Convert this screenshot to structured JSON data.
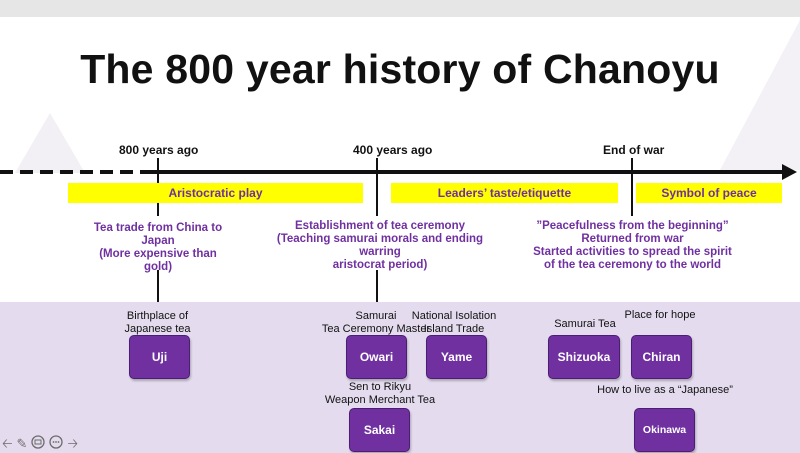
{
  "title": "The 800 year history of Chanoyu",
  "markers": [
    {
      "label": "800 years ago"
    },
    {
      "label": "400 years ago"
    },
    {
      "label": "End of war"
    }
  ],
  "eras": [
    {
      "label": "Aristocratic play"
    },
    {
      "label": "Leaders’ taste/etiquette"
    },
    {
      "label": "Symbol of peace"
    }
  ],
  "descriptions": [
    {
      "lines": [
        "Tea trade from China to",
        "Japan",
        "(More expensive than",
        "gold)"
      ]
    },
    {
      "lines": [
        "Establishment of tea ceremony",
        "(Teaching samurai morals and ending",
        "warring",
        "aristocrat period)"
      ]
    },
    {
      "lines": [
        "”Peacefulness from the beginning”",
        "Returned from war",
        "Started activities to spread the spirit",
        "of the tea ceremony to the world"
      ]
    }
  ],
  "places": [
    {
      "name": "Uji",
      "caption": [
        "Birthplace of",
        "Japanese tea"
      ]
    },
    {
      "name": "Owari",
      "caption": [
        "Samurai",
        "Tea Ceremony Master"
      ]
    },
    {
      "name": "Yame",
      "caption": [
        "National Isolation",
        "Island Trade"
      ]
    },
    {
      "name": "Sakai",
      "caption": [
        "Sen to Rikyu",
        "Weapon Merchant Tea"
      ]
    },
    {
      "name": "Shizuoka",
      "caption": [
        "Samurai Tea"
      ]
    },
    {
      "name": "Chiran",
      "caption": [
        "Place for hope"
      ]
    },
    {
      "name": "Okinawa",
      "caption": [
        "How to live as a “Japanese”"
      ]
    }
  ],
  "nav_icons": [
    "arrow-left-icon",
    "pen-icon",
    "slides-icon",
    "more-icon",
    "arrow-right-icon"
  ],
  "colors": {
    "accent": "#7030a0",
    "highlight": "#ffff00",
    "band": "#e4dcee"
  }
}
